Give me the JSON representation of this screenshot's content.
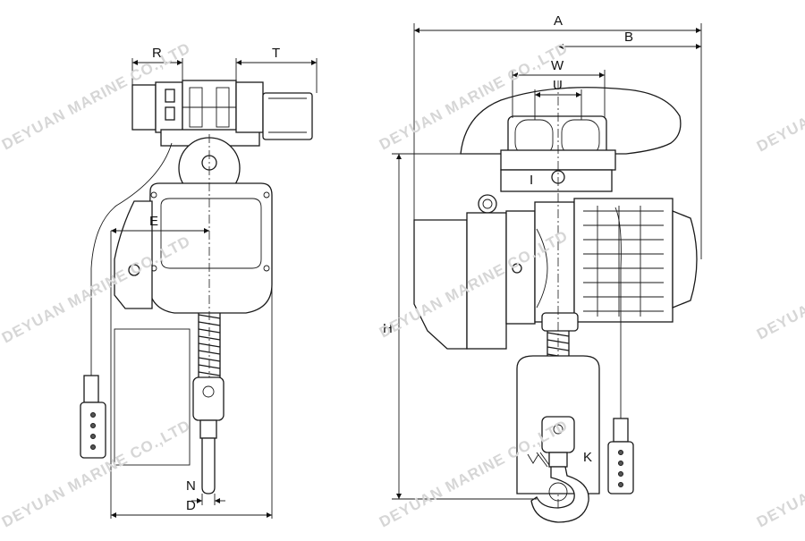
{
  "watermark": "DEYUAN MARINE CO.,LTD",
  "left_view_labels": {
    "R": "R",
    "T": "T",
    "E": "E",
    "N": "N",
    "D": "D"
  },
  "right_view_labels": {
    "A": "A",
    "B": "B",
    "W": "W",
    "U": "U",
    "I": "I",
    "H": "H",
    "K": "K"
  }
}
